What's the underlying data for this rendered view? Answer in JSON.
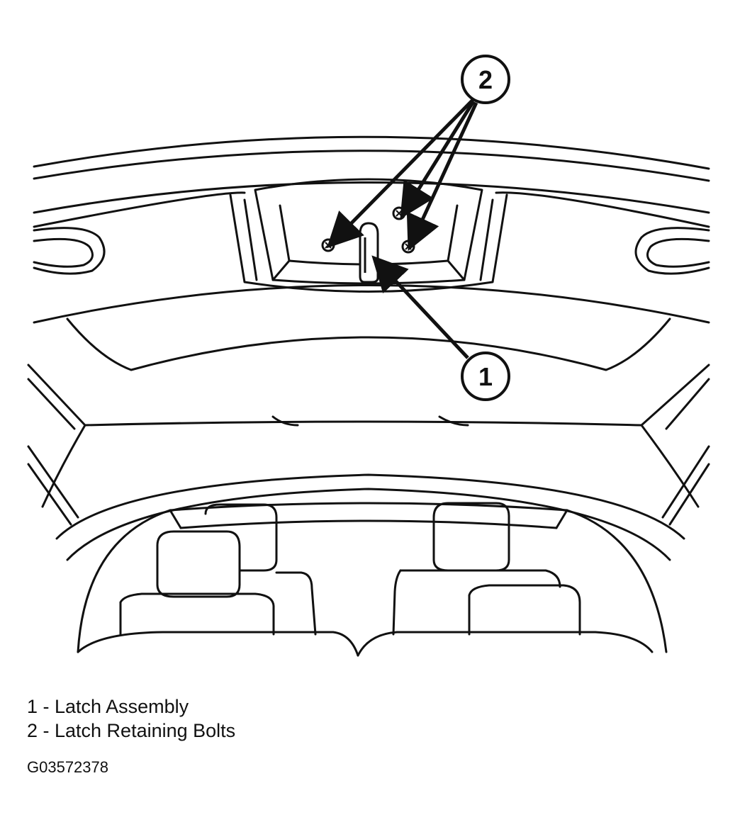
{
  "callouts": [
    {
      "number": "1"
    },
    {
      "number": "2"
    }
  ],
  "legend": [
    {
      "text": "1 - Latch Assembly"
    },
    {
      "text": "2 - Latch Retaining Bolts"
    }
  ],
  "figure_code": "G03572378",
  "colors": {
    "line": "#111111",
    "background": "#ffffff"
  }
}
